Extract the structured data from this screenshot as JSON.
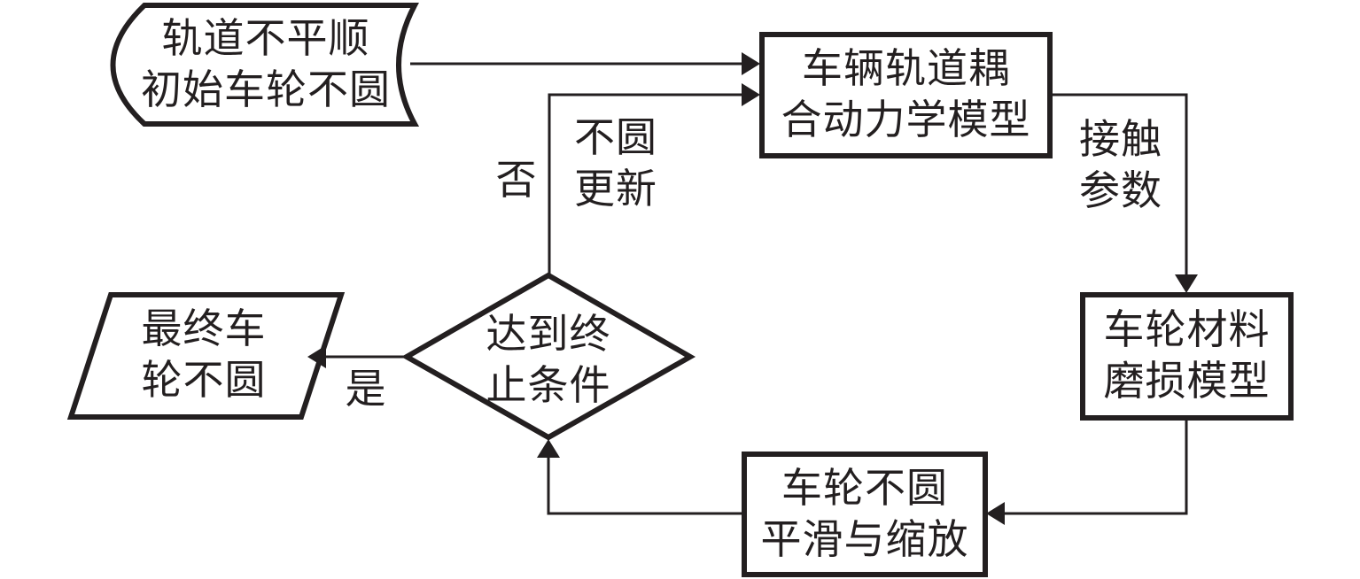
{
  "diagram": {
    "type": "flowchart",
    "nodes": {
      "input": {
        "shape": "stored-data",
        "lines": [
          "轨道不平顺",
          "初始车轮不圆"
        ]
      },
      "dynamics_model": {
        "shape": "process",
        "lines": [
          "车辆轨道耦",
          "合动力学模型"
        ]
      },
      "wear_model": {
        "shape": "process",
        "lines": [
          "车轮材料",
          "磨损模型"
        ]
      },
      "smoothing": {
        "shape": "process",
        "lines": [
          "车轮不圆",
          "平滑与缩放"
        ]
      },
      "decision": {
        "shape": "decision",
        "lines": [
          "达到终",
          "止条件"
        ]
      },
      "output": {
        "shape": "data",
        "lines": [
          "最终车",
          "轮不圆"
        ]
      }
    },
    "edge_labels": {
      "contact_params": [
        "接触",
        "参数"
      ],
      "no": "否",
      "update": [
        "不圆",
        "更新"
      ],
      "yes": "是"
    },
    "edges": [
      {
        "from": "input",
        "to": "dynamics_model"
      },
      {
        "from": "dynamics_model",
        "to": "wear_model",
        "label": "接触参数"
      },
      {
        "from": "wear_model",
        "to": "smoothing"
      },
      {
        "from": "smoothing",
        "to": "decision"
      },
      {
        "from": "decision",
        "to": "output",
        "label": "是"
      },
      {
        "from": "decision",
        "to": "dynamics_model",
        "label": "否 / 不圆更新"
      }
    ],
    "colors": {
      "stroke": "#231f20",
      "fill": "#ffffff"
    }
  }
}
